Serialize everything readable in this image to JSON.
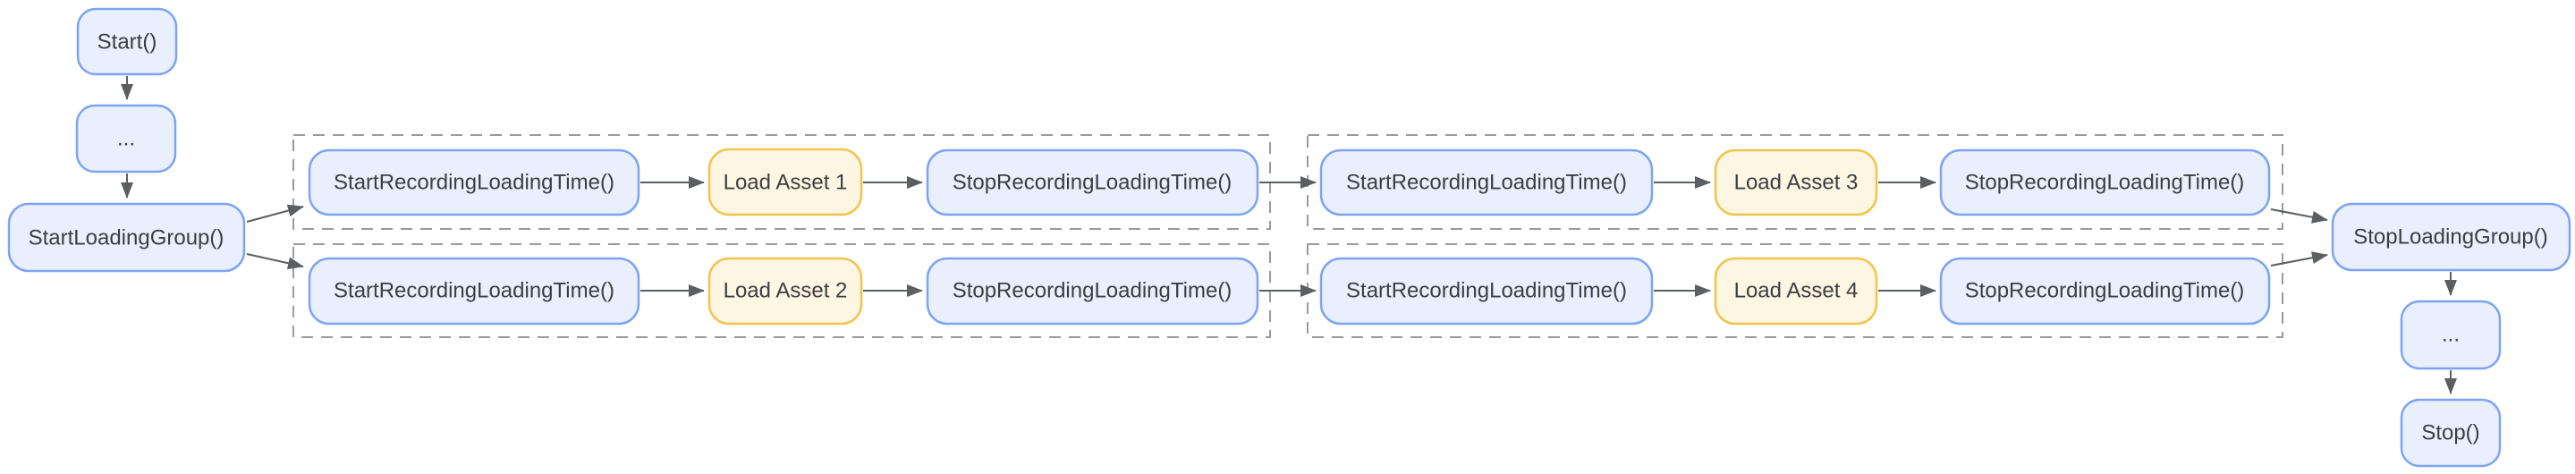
{
  "diagram": {
    "type": "flowchart",
    "colors": {
      "background": "#ffffff",
      "node_fill_blue": "#e9effc",
      "node_border_blue": "#7da4f3",
      "node_fill_yellow": "#fdf6e2",
      "node_border_yellow": "#f2c44d",
      "arrow": "#5c5f62",
      "group_boundary_dashed": "#989b9e",
      "text": "#3b3e42"
    },
    "pre_chain": {
      "start": "Start()",
      "ellipsis": "...",
      "start_loading_group": "StartLoadingGroup()"
    },
    "groups": [
      {
        "rows": [
          [
            "StartRecordingLoadingTime()",
            "Load Asset 1",
            "StopRecordingLoadingTime()"
          ],
          [
            "StartRecordingLoadingTime()",
            "Load Asset 2",
            "StopRecordingLoadingTime()"
          ]
        ]
      },
      {
        "rows": [
          [
            "StartRecordingLoadingTime()",
            "Load Asset 3",
            "StopRecordingLoadingTime()"
          ],
          [
            "StartRecordingLoadingTime()",
            "Load Asset 4",
            "StopRecordingLoadingTime()"
          ]
        ]
      }
    ],
    "post_chain": {
      "stop_loading_group": "StopLoadingGroup()",
      "ellipsis": "...",
      "stop": "Stop()"
    }
  }
}
